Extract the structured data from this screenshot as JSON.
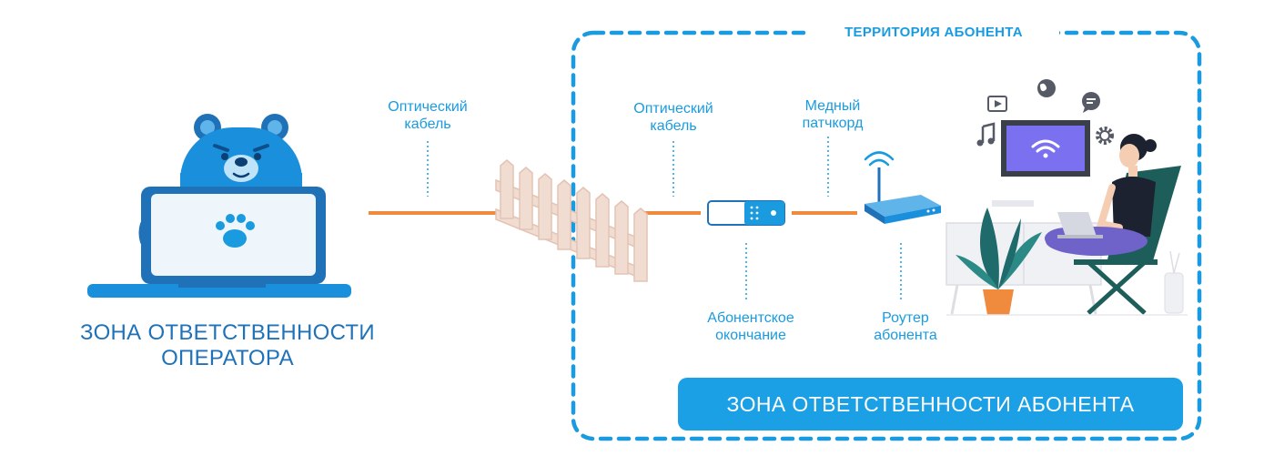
{
  "territory_label": "ТЕРРИТОРИЯ АБОНЕНТА",
  "operator_zone": {
    "line1": "ЗОНА ОТВЕТСТВЕННОСТИ",
    "line2": "ОПЕРАТОРА"
  },
  "subscriber_zone_label": "ЗОНА ОТВЕТСТВЕННОСТИ АБОНЕНТА",
  "labels": {
    "optical_cable_1": {
      "line1": "Оптический",
      "line2": "кабель"
    },
    "optical_cable_2": {
      "line1": "Оптический",
      "line2": "кабель"
    },
    "copper_patchcord": {
      "line1": "Медный",
      "line2": "патчкорд"
    },
    "subscriber_terminal": {
      "line1": "Абонентское",
      "line2": "окончание"
    },
    "subscriber_router": {
      "line1": "Роутер",
      "line2": "абонента"
    }
  },
  "colors": {
    "primary_blue": "#1a9be0",
    "dark_blue": "#1f72b8",
    "cable_orange": "#f08a3c",
    "fence": "#f1dcd2",
    "screen_purple": "#7b70f0"
  },
  "icons": [
    "bear-mascot-icon",
    "paw-icon",
    "fence-icon",
    "ont-device-icon",
    "router-icon",
    "tv-wifi-icon",
    "music-note-icon",
    "globe-icon",
    "chat-icon",
    "video-icon",
    "gear-icon",
    "plant-icon",
    "person-with-laptop-icon"
  ]
}
